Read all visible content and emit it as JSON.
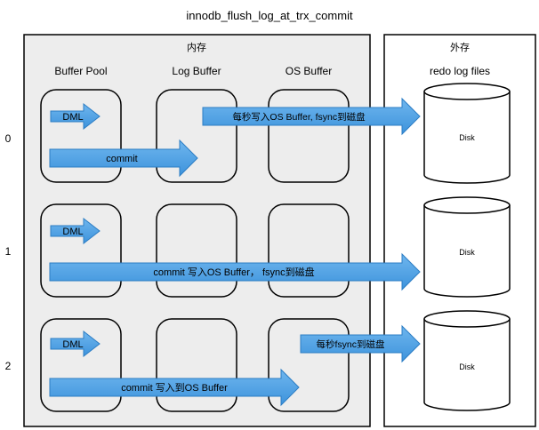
{
  "title": "innodb_flush_log_at_trx_commit",
  "memory": {
    "label": "内存",
    "columns": [
      "Buffer Pool",
      "Log Buffer",
      "OS Buffer"
    ]
  },
  "external": {
    "label": "外存",
    "subtitle": "redo log files",
    "disks": [
      "Disk",
      "Disk",
      "Disk"
    ]
  },
  "rows": [
    {
      "label": "0",
      "dml": "DML",
      "commit_arrow": "commit",
      "flush_arrow": "每秒写入OS Buffer, fsync到磁盘"
    },
    {
      "label": "1",
      "dml": "DML",
      "commit_arrow": "commit 写入OS Buffer， fsync到磁盘"
    },
    {
      "label": "2",
      "dml": "DML",
      "flush_arrow": "每秒fsync到磁盘",
      "commit_arrow": "commit 写入到OS Buffer"
    }
  ],
  "colors": {
    "arrow_fill": "#4a9fe0",
    "arrow_stroke": "#2c7dc4",
    "memory_bg": "#ededed",
    "box_stroke": "#000000"
  }
}
